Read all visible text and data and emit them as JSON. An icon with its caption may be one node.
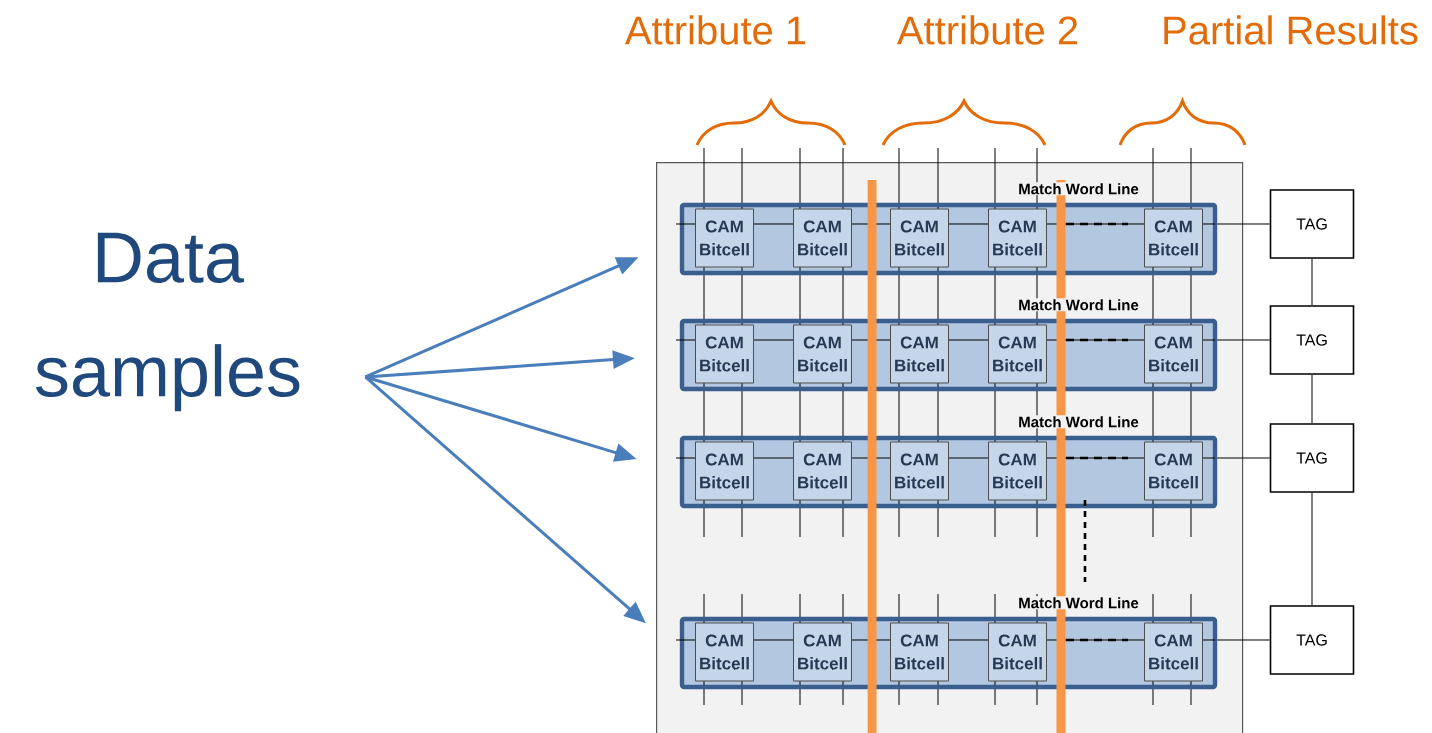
{
  "diagram": {
    "nodes": [
      {
        "text": [
          "Data samples"
        ]
      },
      {
        "text": [],
        "shape": "box"
      },
      {
        "text": [],
        "shape": "box",
        "in": 1,
        "beside": [
          "Match Word Line"
        ]
      },
      {
        "text": [
          "CAM Bitcell"
        ],
        "in": 2
      },
      {
        "text": [
          "CAM Bitcell"
        ],
        "in": 2
      },
      {
        "text": [
          "CAM Bitcell"
        ],
        "in": 2
      },
      {
        "text": [
          "CAM Bitcell"
        ],
        "in": 2
      },
      {
        "text": [
          "CAM Bitcell"
        ],
        "in": 2
      },
      {
        "text": [],
        "shape": "box",
        "in": 1,
        "beside": [
          "Match Word Line"
        ]
      },
      {
        "text": [
          "CAM Bitcell"
        ],
        "in": 8
      },
      {
        "text": [
          "CAM Bitcell"
        ],
        "in": 8
      },
      {
        "text": [
          "CAM Bitcell"
        ],
        "in": 8
      },
      {
        "text": [
          "CAM Bitcell"
        ],
        "in": 8
      },
      {
        "text": [
          "CAM Bitcell"
        ],
        "in": 8
      },
      {
        "text": [],
        "shape": "box",
        "in": 1,
        "beside": [
          "Match Word Line"
        ]
      },
      {
        "text": [
          "CAM Bitcell"
        ],
        "in": 14
      },
      {
        "text": [
          "CAM Bitcell"
        ],
        "in": 14
      },
      {
        "text": [
          "CAM Bitcell"
        ],
        "in": 14
      },
      {
        "text": [
          "CAM Bitcell"
        ],
        "in": 14
      },
      {
        "text": [
          "CAM Bitcell"
        ],
        "in": 14
      },
      {
        "text": [],
        "shape": "box",
        "in": 1,
        "beside": [
          "Match Word Line"
        ]
      },
      {
        "text": [
          "CAM Bitcell"
        ],
        "in": 20
      },
      {
        "text": [
          "CAM Bitcell"
        ],
        "in": 20
      },
      {
        "text": [
          "CAM Bitcell"
        ],
        "in": 20
      },
      {
        "text": [
          "CAM Bitcell"
        ],
        "in": 20
      },
      {
        "text": [
          "CAM Bitcell"
        ],
        "in": 20
      },
      {
        "text": [
          "TAG"
        ]
      },
      {
        "text": [
          "TAG"
        ]
      },
      {
        "text": [
          "TAG"
        ]
      },
      {
        "text": [
          "TAG"
        ]
      }
    ],
    "edges": [
      {
        "from": 0,
        "to": 2,
        "arrow": "to",
        "color": "#4a7ebb"
      },
      {
        "from": 0,
        "to": 8,
        "arrow": "to",
        "color": "#4a7ebb"
      },
      {
        "from": 0,
        "to": 14,
        "arrow": "to",
        "color": "#4a7ebb"
      },
      {
        "from": 0,
        "to": 20,
        "arrow": "to",
        "color": "#4a7ebb"
      },
      {
        "from": 2,
        "to": 26,
        "arrow": "none"
      },
      {
        "from": 8,
        "to": 27,
        "arrow": "none"
      },
      {
        "from": 14,
        "to": 28,
        "arrow": "none"
      },
      {
        "from": 20,
        "to": 29,
        "arrow": "none"
      },
      {
        "from": 26,
        "to": 27,
        "arrow": "none"
      },
      {
        "from": 27,
        "to": 28,
        "arrow": "none"
      },
      {
        "from": 28,
        "to": 29,
        "arrow": "none"
      }
    ],
    "labels": [
      "Attribute 1",
      "Attribute 2",
      "Partial Results"
    ]
  }
}
